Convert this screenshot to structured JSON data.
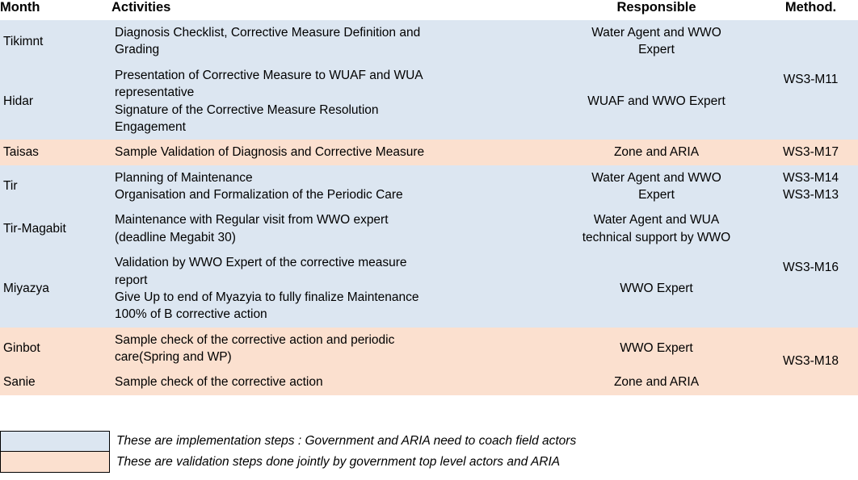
{
  "table": {
    "columns": [
      {
        "key": "month",
        "label": "Month"
      },
      {
        "key": "act",
        "label": "Activities"
      },
      {
        "key": "resp",
        "label": "Responsible"
      },
      {
        "key": "meth",
        "label": "Method."
      }
    ],
    "rows": [
      {
        "month": "Tikimnt",
        "activities": [
          "Diagnosis Checklist, Corrective Measure Definition and Grading"
        ],
        "responsible": "Water Agent and WWO Expert",
        "method": "",
        "type": "implementation"
      },
      {
        "month": "Hidar",
        "activities": [
          "Presentation of Corrective Measure to WUAF and WUA representative",
          "Signature of the Corrective Measure Resolution Engagement"
        ],
        "responsible": "WUAF and WWO Expert",
        "method": "WS3-M11",
        "type": "implementation"
      },
      {
        "month": "Taisas",
        "activities": [
          "Sample Validation of Diagnosis and Corrective Measure"
        ],
        "responsible": "Zone and ARIA",
        "method": "WS3-M17",
        "type": "validation"
      },
      {
        "month": "Tir",
        "activities": [
          "Planning of Maintenance",
          "Organisation and Formalization of the Periodic Care"
        ],
        "responsible": "Water Agent and WWO Expert",
        "method": "WS3-M14\nWS3-M13",
        "type": "implementation"
      },
      {
        "month": "Tir-Magabit",
        "activities": [
          "Maintenance with Regular visit from WWO expert (deadline Megabit 30)"
        ],
        "responsible": "Water Agent and WUA technical support by WWO",
        "method": "",
        "type": "implementation"
      },
      {
        "month": "Miyazya",
        "activities": [
          "Validation by WWO Expert of the corrective measure report",
          "Give Up to end of Myazyia to fully finalize Maintenance 100% of B corrective action"
        ],
        "responsible": "WWO Expert",
        "method": "WS3-M16",
        "type": "implementation"
      },
      {
        "month": "Ginbot",
        "activities": [
          "Sample check of the corrective action and periodic care(Spring and WP)"
        ],
        "responsible": "WWO Expert",
        "method": "",
        "type": "validation"
      },
      {
        "month": "Sanie",
        "activities": [
          "Sample check of the corrective action"
        ],
        "responsible": "Zone and ARIA",
        "method": "WS3-M18",
        "type": "validation"
      }
    ],
    "cells": {
      "r0_month": "Tikimnt",
      "r0_act_0": "Diagnosis Checklist, Corrective Measure Definition and",
      "r0_act_1": "Grading",
      "r0_resp_0": "Water Agent and WWO",
      "r0_resp_1": "Expert",
      "r1_month": "Hidar",
      "r1_act_0": "Presentation of Corrective Measure to WUAF and WUA",
      "r1_act_1": "representative",
      "r1_act_2": "Signature of the Corrective Measure Resolution",
      "r1_act_3": "Engagement",
      "r1_resp": "WUAF and WWO Expert",
      "r01_meth": "WS3-M11",
      "r2_month": "Taisas",
      "r2_act": "Sample Validation of Diagnosis and Corrective Measure",
      "r2_resp": "Zone and ARIA",
      "r2_meth": "WS3-M17",
      "r3_month": "Tir",
      "r3_act_0": "Planning of Maintenance",
      "r3_act_1": "Organisation and Formalization of the Periodic Care",
      "r3_resp_0": "Water Agent and WWO",
      "r3_resp_1": "Expert",
      "r3_meth_0": "WS3-M14",
      "r3_meth_1": "WS3-M13",
      "r4_month": "Tir-Magabit",
      "r4_act_0": "Maintenance with Regular visit from WWO expert",
      "r4_act_1": "(deadline Megabit 30)",
      "r4_resp_0": "Water Agent and WUA",
      "r4_resp_1": "technical support by WWO",
      "r5_month": "Miyazya",
      "r5_act_0": "Validation by WWO Expert of the corrective measure",
      "r5_act_1": "report",
      "r5_act_2": "Give Up to end of Myazyia to fully finalize Maintenance",
      "r5_act_3": "100% of B corrective action",
      "r5_resp": "WWO Expert",
      "r45_meth": "WS3-M16",
      "r6_month": "Ginbot",
      "r6_act_0": "Sample check of the corrective action and periodic",
      "r6_act_1": "care(Spring and WP)",
      "r6_resp": "WWO Expert",
      "r7_month": "Sanie",
      "r7_act": "Sample check of the corrective action",
      "r7_resp": "Zone and ARIA",
      "r67_meth": "WS3-M18"
    }
  },
  "legend": {
    "items": [
      {
        "color": "#dce6f1",
        "text": "These are implementation steps : Government and ARIA need to coach field actors"
      },
      {
        "color": "#fbe0cf",
        "text": "These are validation steps done jointly by government top level actors and ARIA"
      }
    ]
  },
  "colors": {
    "implementation_fill": "#dce6f1",
    "validation_fill": "#fbe0cf",
    "rule": "#000000",
    "text": "#000000",
    "background": "#ffffff"
  }
}
